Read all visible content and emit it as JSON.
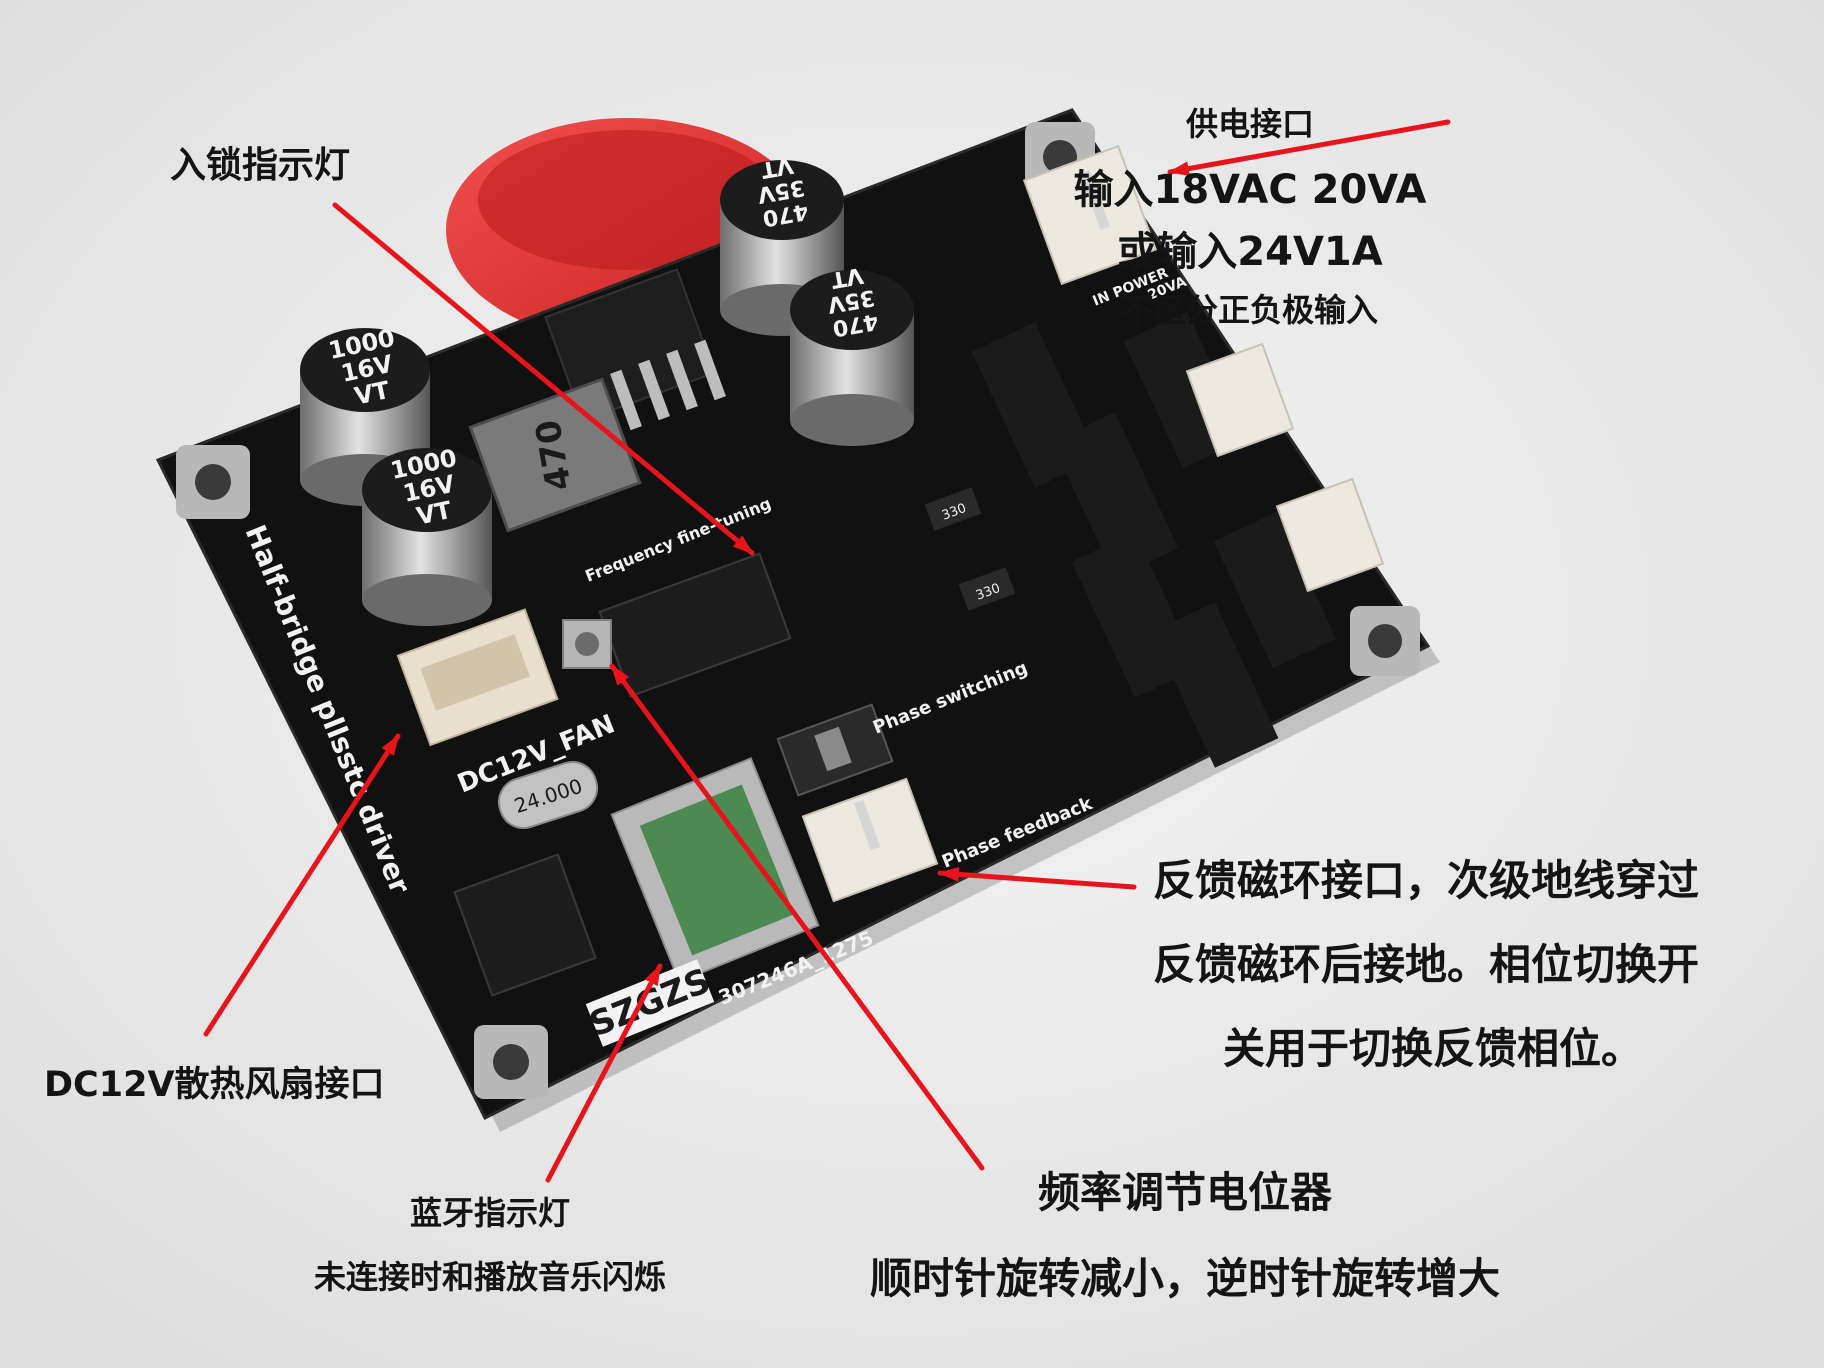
{
  "callouts": {
    "power_lines": [
      "供电接口",
      "输入18VAC 20VA",
      "或输入24V1A",
      "不区分正负极输入"
    ],
    "lock_indicator": "入锁指示灯",
    "feedback_lines": [
      "反馈磁环接口，次级地线穿过",
      "反馈磁环后接地。相位切换开",
      "关用于切换反馈相位。"
    ],
    "fan_port": "DC12V散热风扇接口",
    "bluetooth_lines": [
      "蓝牙指示灯",
      "未连接时和播放音乐闪烁"
    ],
    "freq_lines": [
      "频率调节电位器",
      "顺时针旋转减小，逆时针旋转增大"
    ]
  },
  "board_labels": {
    "title": "Half-bridge pllsstc driver",
    "fan": "DC12V_FAN",
    "phase_switch": "Phase switching",
    "phase_feedback": "Phase feedback",
    "freq_tuning": "Frequency fine-tuning",
    "power_in": "IN POWER",
    "power_rating": "20VA",
    "serial": "307246A_1275",
    "brand": "SZGZS",
    "crystal": "24.000",
    "inductor": "470",
    "resistor": "330"
  },
  "capacitor_labels": {
    "small": [
      "1000",
      "16V",
      "VT"
    ],
    "large": [
      "470",
      "35V",
      "VT"
    ]
  },
  "colors": {
    "arrow": "#e8141c",
    "board": "#111111",
    "background": "#ececec",
    "silkscreen": "#f2f2f2",
    "red_tube": "#e63a3a",
    "connector": "#ece8e0"
  }
}
